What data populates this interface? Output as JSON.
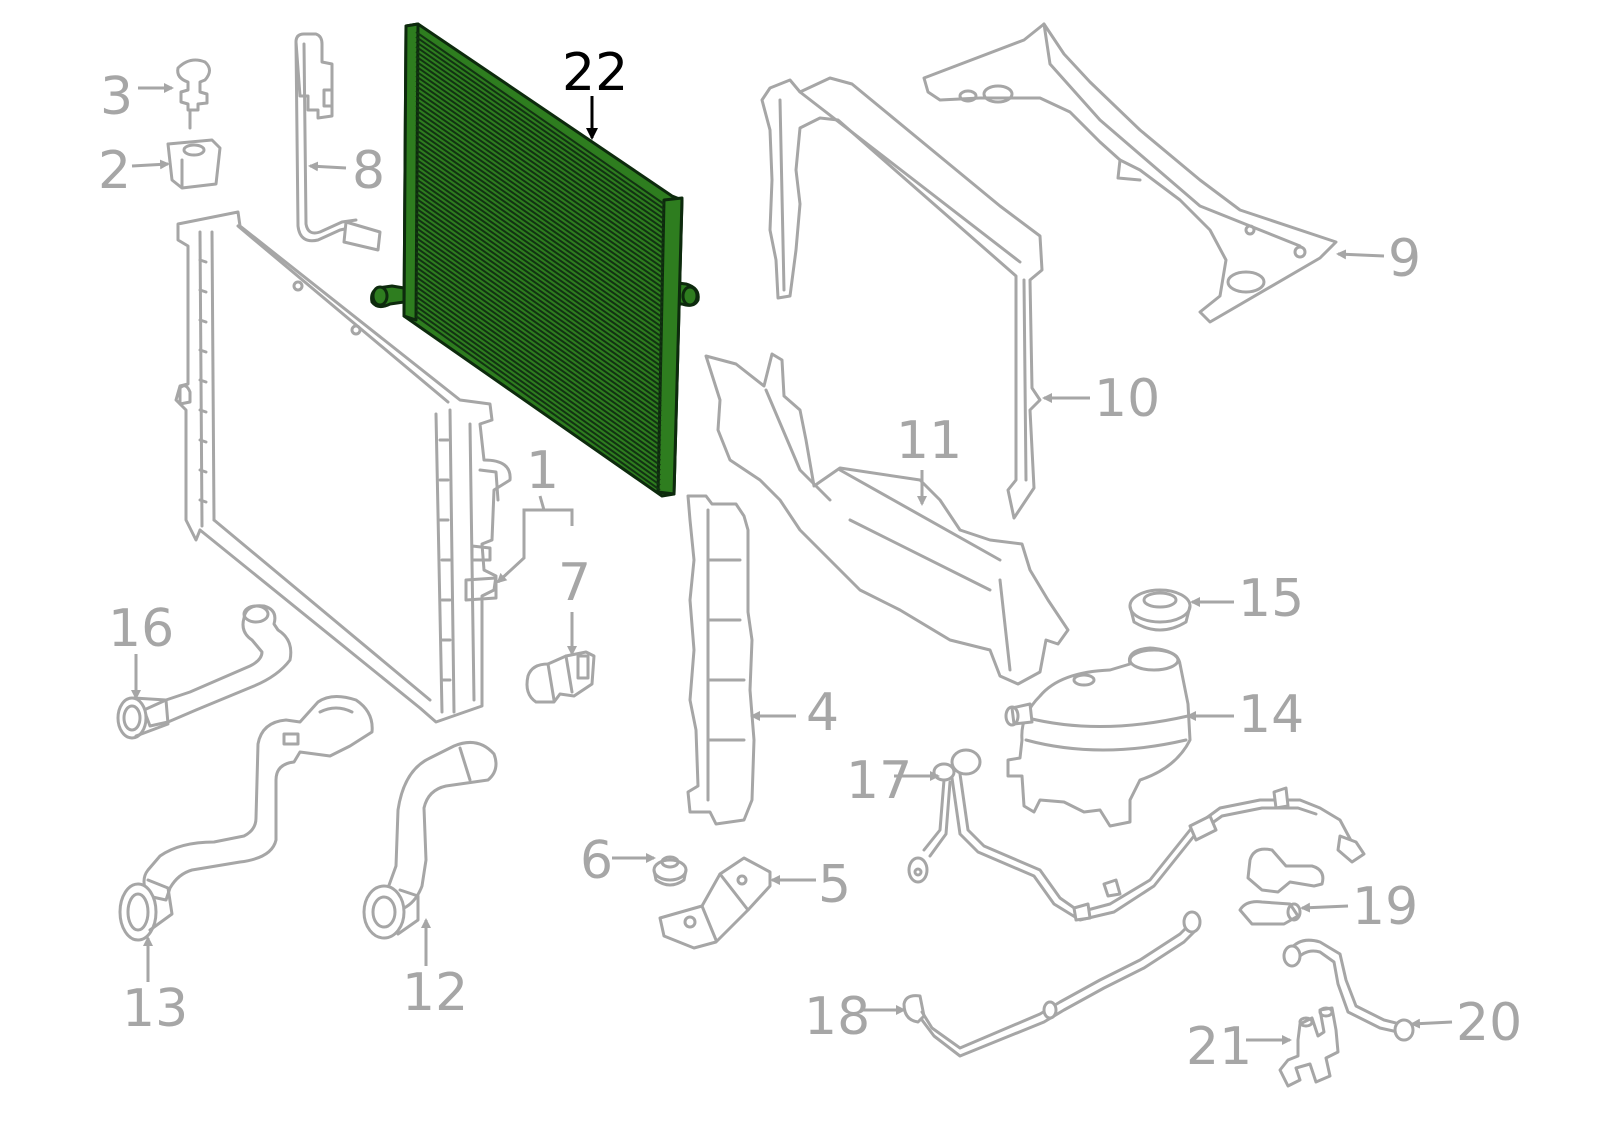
{
  "colors": {
    "line_art": "#a6a6a6",
    "highlight_fill": "#2e7d1f",
    "highlight_outline": "#0d2a0d",
    "highlight_label": "#000000",
    "background": "#ffffff"
  },
  "highlighted_part": "22",
  "callouts": {
    "c1": "1",
    "c2": "2",
    "c3": "3",
    "c4": "4",
    "c5": "5",
    "c6": "6",
    "c7": "7",
    "c8": "8",
    "c9": "9",
    "c10": "10",
    "c11": "11",
    "c12": "12",
    "c13": "13",
    "c14": "14",
    "c15": "15",
    "c16": "16",
    "c17": "17",
    "c18": "18",
    "c19": "19",
    "c20": "20",
    "c21": "21",
    "c22": "22"
  }
}
